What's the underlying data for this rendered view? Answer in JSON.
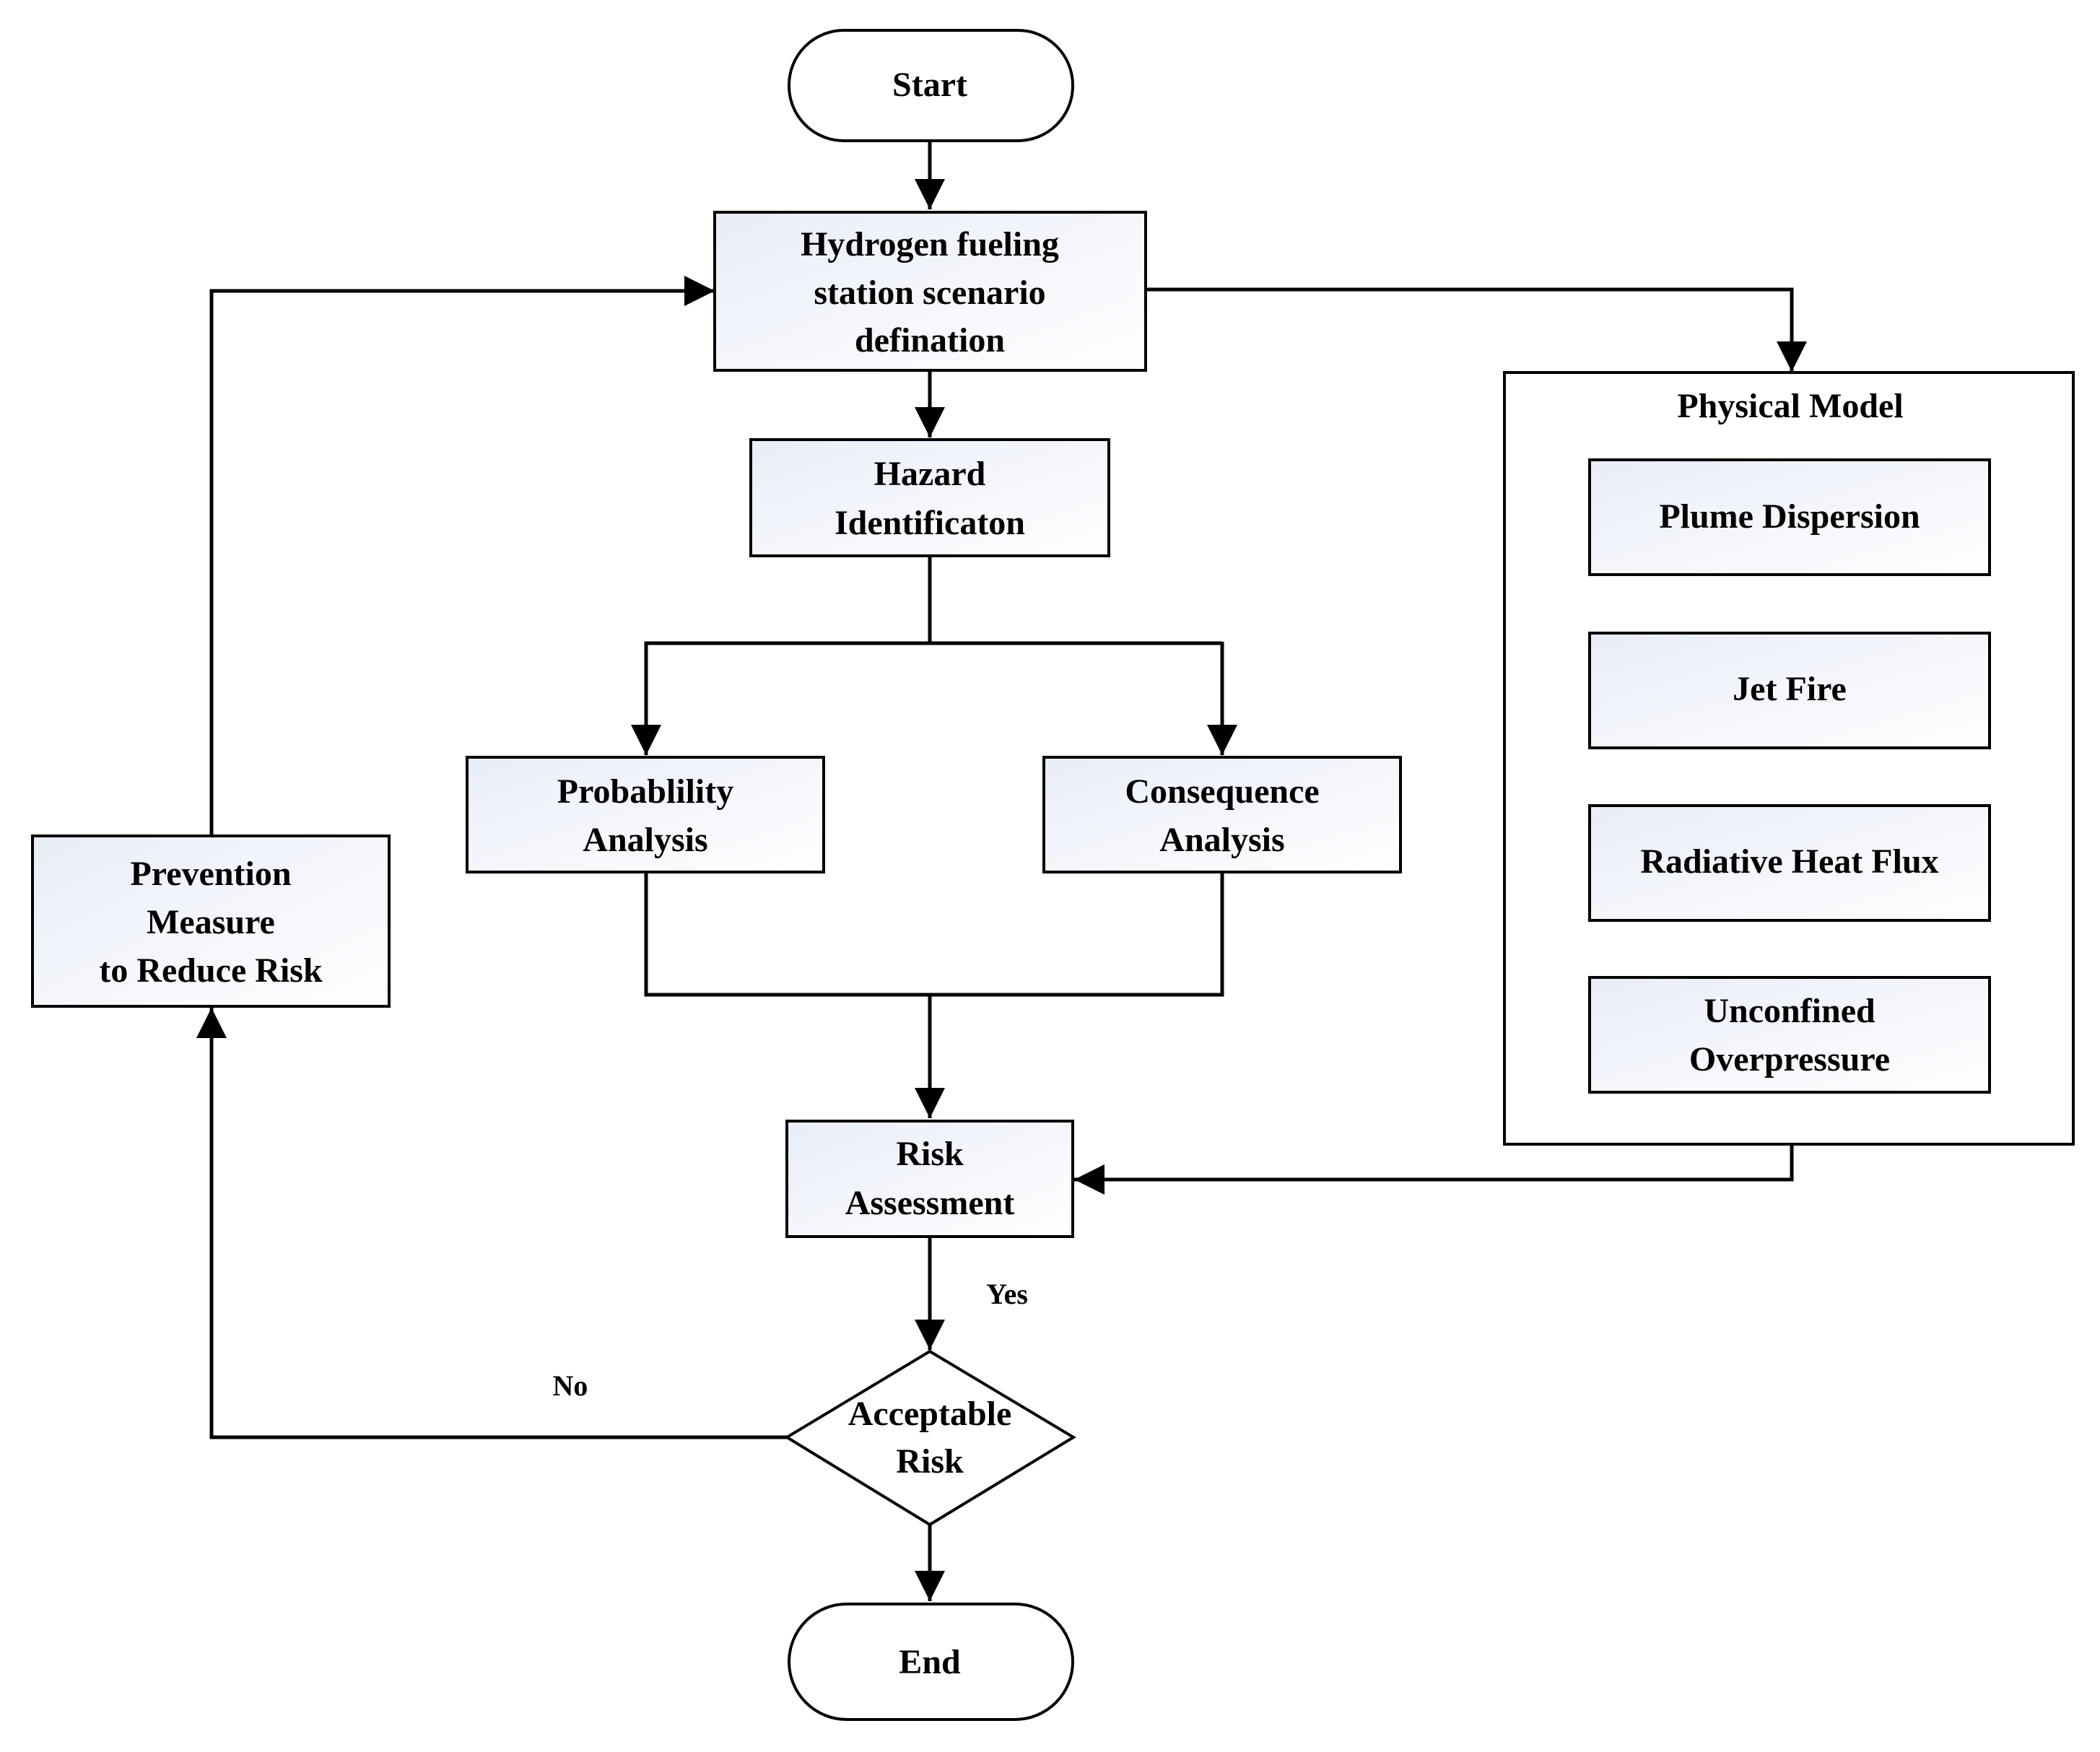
{
  "nodes": {
    "start": "Start",
    "scenario": [
      "Hydrogen fueling",
      "station scenario",
      "defination"
    ],
    "hazard": [
      "Hazard",
      "Identificaton"
    ],
    "probability": [
      "Probablility",
      "Analysis"
    ],
    "consequence": [
      "Consequence",
      "Analysis"
    ],
    "risk_assessment": [
      "Risk",
      "Assessment"
    ],
    "decision": [
      "Acceptable",
      "Risk"
    ],
    "end": "End",
    "prevention": [
      "Prevention",
      "Measure",
      "to Reduce Risk"
    ]
  },
  "physical_model": {
    "title": "Physical Model",
    "items": [
      [
        "Plume Dispersion"
      ],
      [
        "Jet Fire"
      ],
      [
        "Radiative Heat Flux"
      ],
      [
        "Unconfined",
        "Overpressure"
      ]
    ]
  },
  "edge_labels": {
    "yes": "Yes",
    "no": "No"
  },
  "colors": {
    "box_fill_start": "#e9edf8",
    "box_fill_end": "#ffffff",
    "stroke": "#000000"
  }
}
